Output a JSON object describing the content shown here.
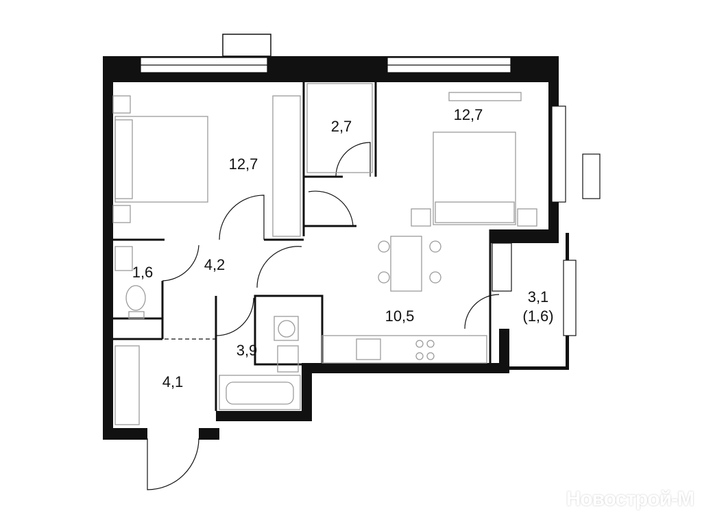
{
  "rooms": [
    {
      "name": "bedroom-left",
      "area": "12,7"
    },
    {
      "name": "wardrobe",
      "area": "2,7"
    },
    {
      "name": "bedroom-right",
      "area": "12,7"
    },
    {
      "name": "toilet",
      "area": "1,6"
    },
    {
      "name": "corridor",
      "area": "4,2"
    },
    {
      "name": "kitchen-living",
      "area": "10,5"
    },
    {
      "name": "balcony",
      "area": "3,1",
      "area_reduced": "(1,6)"
    },
    {
      "name": "bathroom",
      "area": "3,9"
    },
    {
      "name": "entrance-hall",
      "area": "4,1"
    }
  ],
  "watermark": "Новострой-М",
  "colors": {
    "wall": "#111111",
    "furniture": "#9a9a9a",
    "background": "#ffffff"
  }
}
